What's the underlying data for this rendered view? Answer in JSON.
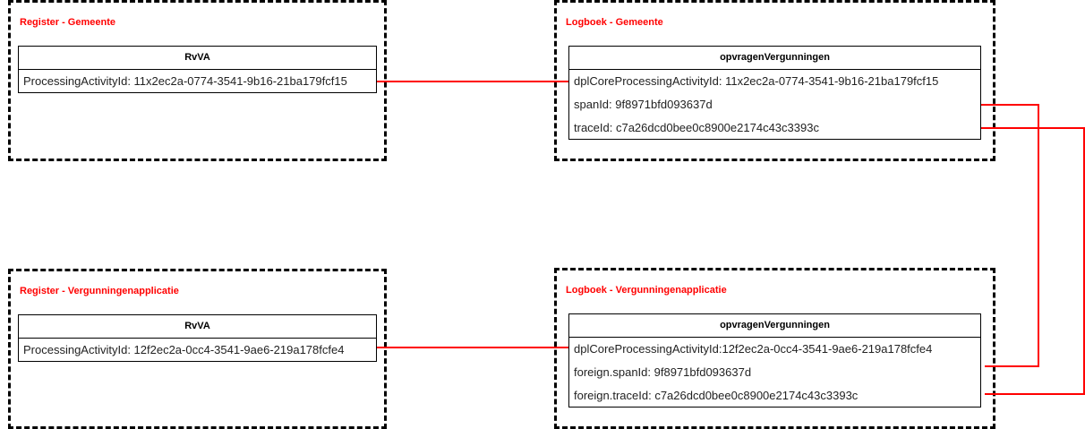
{
  "colors": {
    "accent": "#ff0000",
    "border": "#000000"
  },
  "groups": {
    "register_gemeente": {
      "title": "Register - Gemeente",
      "entity": {
        "name": "RvVA",
        "attributes": [
          "ProcessingActivityId: 11x2ec2a-0774-3541-9b16-21ba179fcf15"
        ]
      }
    },
    "logboek_gemeente": {
      "title": "Logboek - Gemeente",
      "entity": {
        "name": "opvragenVergunningen",
        "attributes": [
          "dplCoreProcessingActivityId: 11x2ec2a-0774-3541-9b16-21ba179fcf15",
          "spanId: 9f8971bfd093637d",
          "traceId: c7a26dcd0bee0c8900e2174c43c3393c"
        ]
      }
    },
    "register_vergunning": {
      "title": "Register - Vergunningenapplicatie",
      "entity": {
        "name": "RvVA",
        "attributes": [
          "ProcessingActivityId: 12f2ec2a-0cc4-3541-9ae6-219a178fcfe4"
        ]
      }
    },
    "logboek_vergunning": {
      "title": "Logboek - Vergunningenapplicatie",
      "entity": {
        "name": "opvragenVergunningen",
        "attributes": [
          "dplCoreProcessingActivityId:12f2ec2a-0cc4-3541-9ae6-219a178fcfe4",
          "foreign.spanId: 9f8971bfd093637d",
          "foreign.traceId: c7a26dcd0bee0c8900e2174c43c3393c"
        ]
      }
    }
  }
}
